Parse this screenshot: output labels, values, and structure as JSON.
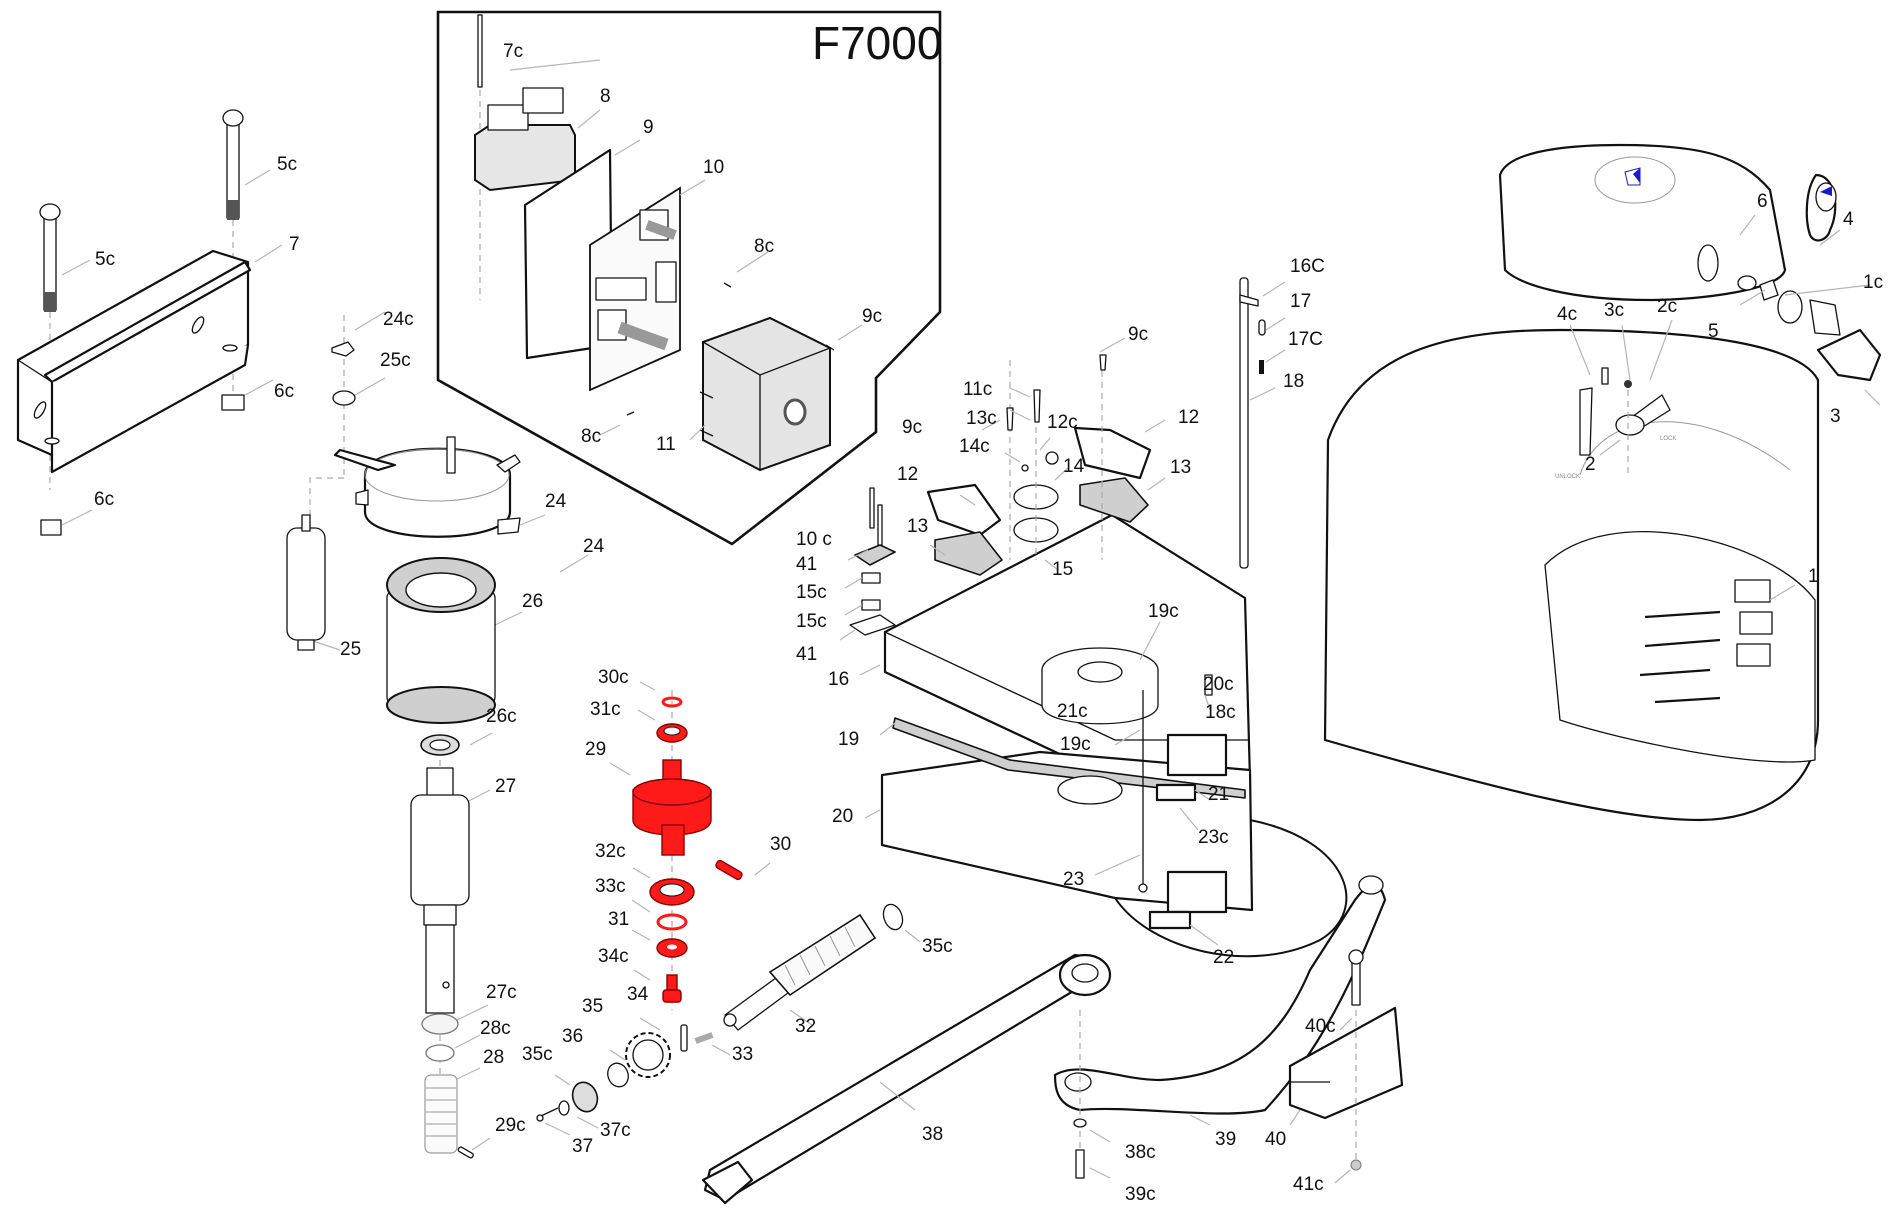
{
  "title": "F7000",
  "highlight_color": "#ff1a1a",
  "icon_color": "#1a1acc",
  "labels": {
    "p5c_a": "5c",
    "p5c_b": "5c",
    "p7": "7",
    "p6c_a": "6c",
    "p6c_b": "6c",
    "p24c": "24c",
    "p25c": "25c",
    "p24_a": "24",
    "p24_b": "24",
    "p25": "25",
    "p26": "26",
    "p26c": "26c",
    "p27": "27",
    "p27c": "27c",
    "p28c": "28c",
    "p28": "28",
    "p29c": "29c",
    "p7c": "7c",
    "p8": "8",
    "p9": "9",
    "p10": "10",
    "p8c_a": "8c",
    "p8c_b": "8c",
    "p9c_box": "9c",
    "p11": "11",
    "p30c": "30c",
    "p31c": "31c",
    "p29": "29",
    "p30": "30",
    "p32c": "32c",
    "p33c": "33c",
    "p31": "31",
    "p34c": "34c",
    "p34": "34",
    "p35": "35",
    "p36": "36",
    "p35c_a": "35c",
    "p37": "37",
    "p37c": "37c",
    "p33": "33",
    "p32": "32",
    "p35c_b": "35c",
    "p9c_a": "9c",
    "p9c_b": "9c",
    "p11c": "11c",
    "p13c": "13c",
    "p12c": "12c",
    "p14c": "14c",
    "p14": "14",
    "p12_a": "12",
    "p12_b": "12",
    "p13_a": "13",
    "p13_b": "13",
    "p10c": "10 c",
    "p41_a": "41",
    "p15c_a": "15c",
    "p15c_b": "15c",
    "p41_b": "41",
    "p15": "15",
    "p16": "16",
    "p19c_a": "19c",
    "p20c": "20c",
    "p18c": "18c",
    "p21c": "21c",
    "p19c_b": "19c",
    "p19": "19",
    "p20": "20",
    "p21": "21",
    "p23c": "23c",
    "p23": "23",
    "p22": "22",
    "p16C": "16C",
    "p17": "17",
    "p17C": "17C",
    "p18": "18",
    "p38": "38",
    "p38c": "38c",
    "p39": "39",
    "p39c": "39c",
    "p40": "40",
    "p40c": "40c",
    "p41c": "41c",
    "p6": "6",
    "p4": "4",
    "p1c": "1c",
    "p4c": "4c",
    "p3c": "3c",
    "p2c": "2c",
    "p5": "5",
    "p3": "3",
    "p2": "2",
    "p1": "1"
  },
  "cover_markings": {
    "unlock": "UNLOCK",
    "lock": "LOCK"
  }
}
